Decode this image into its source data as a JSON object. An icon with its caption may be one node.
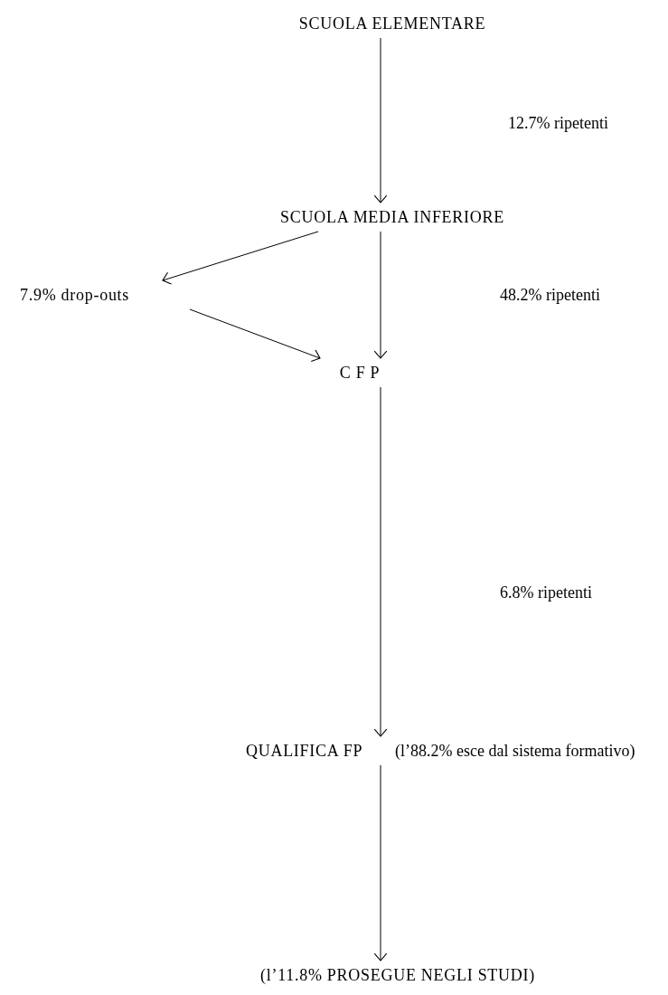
{
  "diagram": {
    "nodes": [
      {
        "text": [
          "SCUOLA ELEMENTARE"
        ]
      },
      {
        "text": [
          "SCUOLA MEDIA INFERIORE"
        ]
      },
      {
        "text": [
          "7.9% drop-outs"
        ]
      },
      {
        "text": [
          "C F P"
        ]
      },
      {
        "text": [
          "QUALIFICA FP"
        ],
        "beside": [
          "(l’88.2% esce dal sistema formativo)"
        ]
      },
      {
        "text": [
          "(l’11.8% PROSEGUE NEGLI STUDI)"
        ]
      }
    ],
    "edges": [
      {
        "from": 0,
        "to": 1,
        "arrow": "to"
      },
      {
        "from": 1,
        "to": 2,
        "arrow": "to"
      },
      {
        "from": 1,
        "to": 3,
        "arrow": "to"
      },
      {
        "from": 2,
        "to": 3,
        "arrow": "to"
      },
      {
        "from": 3,
        "to": 4,
        "arrow": "to"
      },
      {
        "from": 4,
        "to": 5,
        "arrow": "to"
      }
    ],
    "labels": [
      "12.7% ripetenti",
      "48.2% ripetenti",
      "6.8% ripetenti"
    ]
  }
}
